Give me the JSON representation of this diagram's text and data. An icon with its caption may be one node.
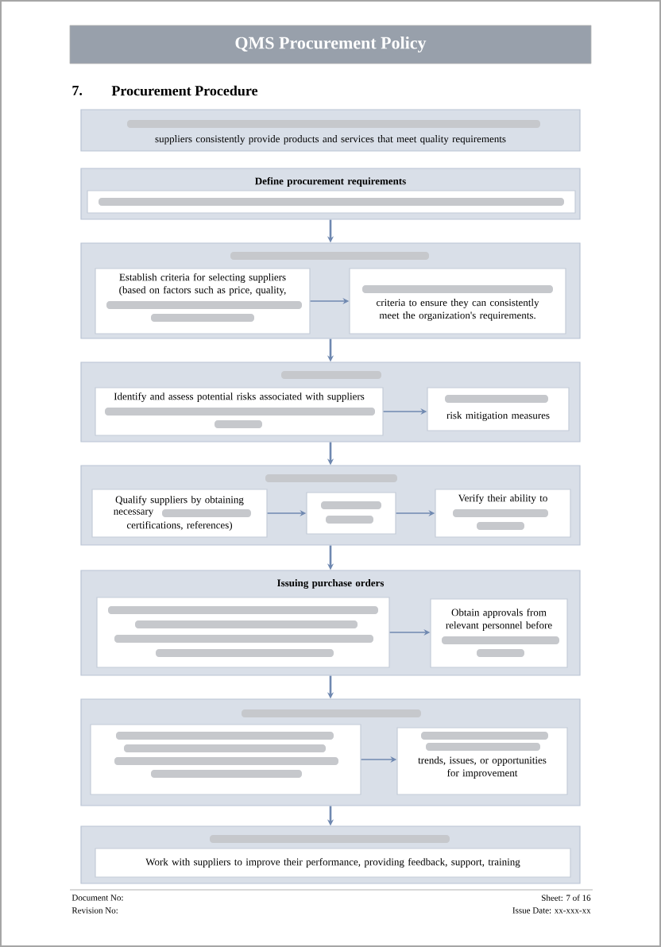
{
  "diagram": {
    "title": "QMS Procurement Policy",
    "nodes": [
      {
        "text": [
          "suppliers consistently provide products and services that meet quality requirements"
        ]
      },
      {
        "text": [
          "Define procurement requirements"
        ]
      },
      {
        "text": [],
        "shape": "box",
        "in": 1
      },
      {
        "text": [],
        "shape": "box"
      },
      {
        "text": [
          "Establish criteria for selecting suppliers (based on factors such as price, quality,"
        ],
        "in": 3
      },
      {
        "text": [
          "criteria to ensure they can consistently meet the organization's requirements."
        ],
        "in": 3
      },
      {
        "text": [],
        "shape": "box"
      },
      {
        "text": [
          "Identify and assess potential risks associated with suppliers"
        ],
        "in": 6
      },
      {
        "text": [
          "risk mitigation measures"
        ],
        "in": 6
      },
      {
        "text": [],
        "shape": "box"
      },
      {
        "text": [
          "Qualify suppliers by obtaining",
          "necessary",
          "certifications, references)"
        ],
        "in": 9
      },
      {
        "text": [],
        "shape": "box",
        "in": 9
      },
      {
        "text": [
          "Verify their ability to"
        ],
        "in": 9
      },
      {
        "text": [
          "Issuing purchase orders"
        ]
      },
      {
        "text": [],
        "shape": "box",
        "in": 13
      },
      {
        "text": [
          "Obtain approvals from relevant personnel before"
        ],
        "in": 13
      },
      {
        "text": [],
        "shape": "box"
      },
      {
        "text": [],
        "shape": "box",
        "in": 16
      },
      {
        "text": [
          "trends, issues, or opportunities for improvement"
        ],
        "in": 16
      },
      {
        "text": [],
        "shape": "box"
      },
      {
        "text": [
          "Work with suppliers to improve their performance, providing feedback, support, training"
        ],
        "in": 19
      }
    ],
    "edges": [
      {
        "from": 1,
        "to": 3,
        "arrow": "to"
      },
      {
        "from": 4,
        "to": 5,
        "arrow": "to"
      },
      {
        "from": 3,
        "to": 6,
        "arrow": "to"
      },
      {
        "from": 7,
        "to": 8,
        "arrow": "to"
      },
      {
        "from": 6,
        "to": 9,
        "arrow": "to"
      },
      {
        "from": 10,
        "to": 11,
        "arrow": "to"
      },
      {
        "from": 11,
        "to": 12,
        "arrow": "to"
      },
      {
        "from": 9,
        "to": 13,
        "arrow": "to"
      },
      {
        "from": 14,
        "to": 15,
        "arrow": "to"
      },
      {
        "from": 13,
        "to": 16,
        "arrow": "to"
      },
      {
        "from": 17,
        "to": 18,
        "arrow": "to"
      },
      {
        "from": 16,
        "to": 19,
        "arrow": "to"
      }
    ],
    "labels": [
      "7.",
      "Procurement Procedure",
      "Document No:",
      "Revision No:",
      "Sheet: 7 of 16",
      "Issue Date: xx-xxx-xx"
    ]
  }
}
